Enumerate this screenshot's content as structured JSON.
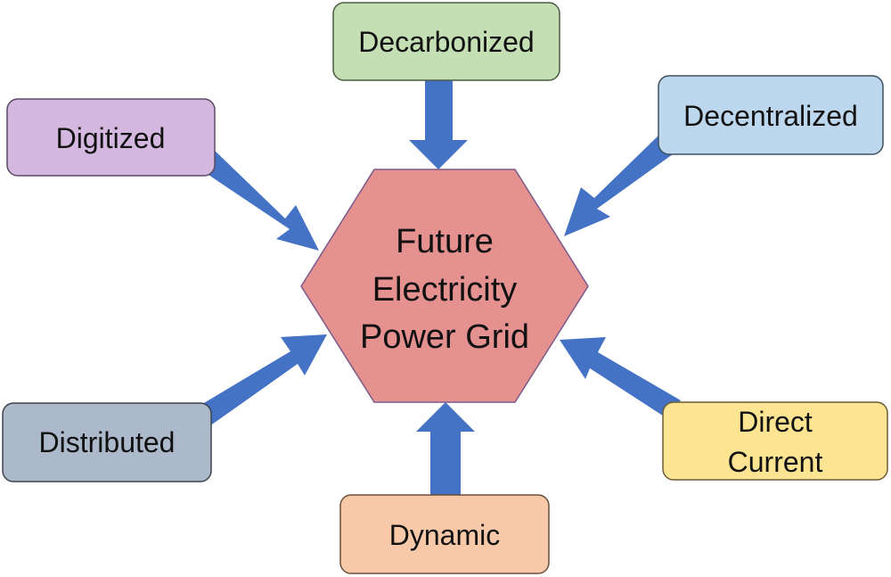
{
  "center": {
    "lines": [
      "Future",
      "Electricity",
      "Power Grid"
    ],
    "fill": "#e49190",
    "stroke": "#7b5a8a"
  },
  "arrow_color": "#4472c4",
  "nodes": [
    {
      "id": "decarbonized",
      "lines": [
        "Decarbonized"
      ],
      "fill": "#c5dfb5",
      "stroke": "#4b5a43"
    },
    {
      "id": "decentralized",
      "lines": [
        "Decentralized"
      ],
      "fill": "#bdd7ee",
      "stroke": "#40505e"
    },
    {
      "id": "digitized",
      "lines": [
        "Digitized"
      ],
      "fill": "#d5b8e0",
      "stroke": "#5a4a65"
    },
    {
      "id": "distributed",
      "lines": [
        "Distributed"
      ],
      "fill": "#acb9ca",
      "stroke": "#3d4450"
    },
    {
      "id": "direct-current",
      "lines": [
        "Direct",
        "Current"
      ],
      "fill": "#fde492",
      "stroke": "#6b5d35"
    },
    {
      "id": "dynamic",
      "lines": [
        "Dynamic"
      ],
      "fill": "#f7c9a8",
      "stroke": "#6b4f3a"
    }
  ]
}
